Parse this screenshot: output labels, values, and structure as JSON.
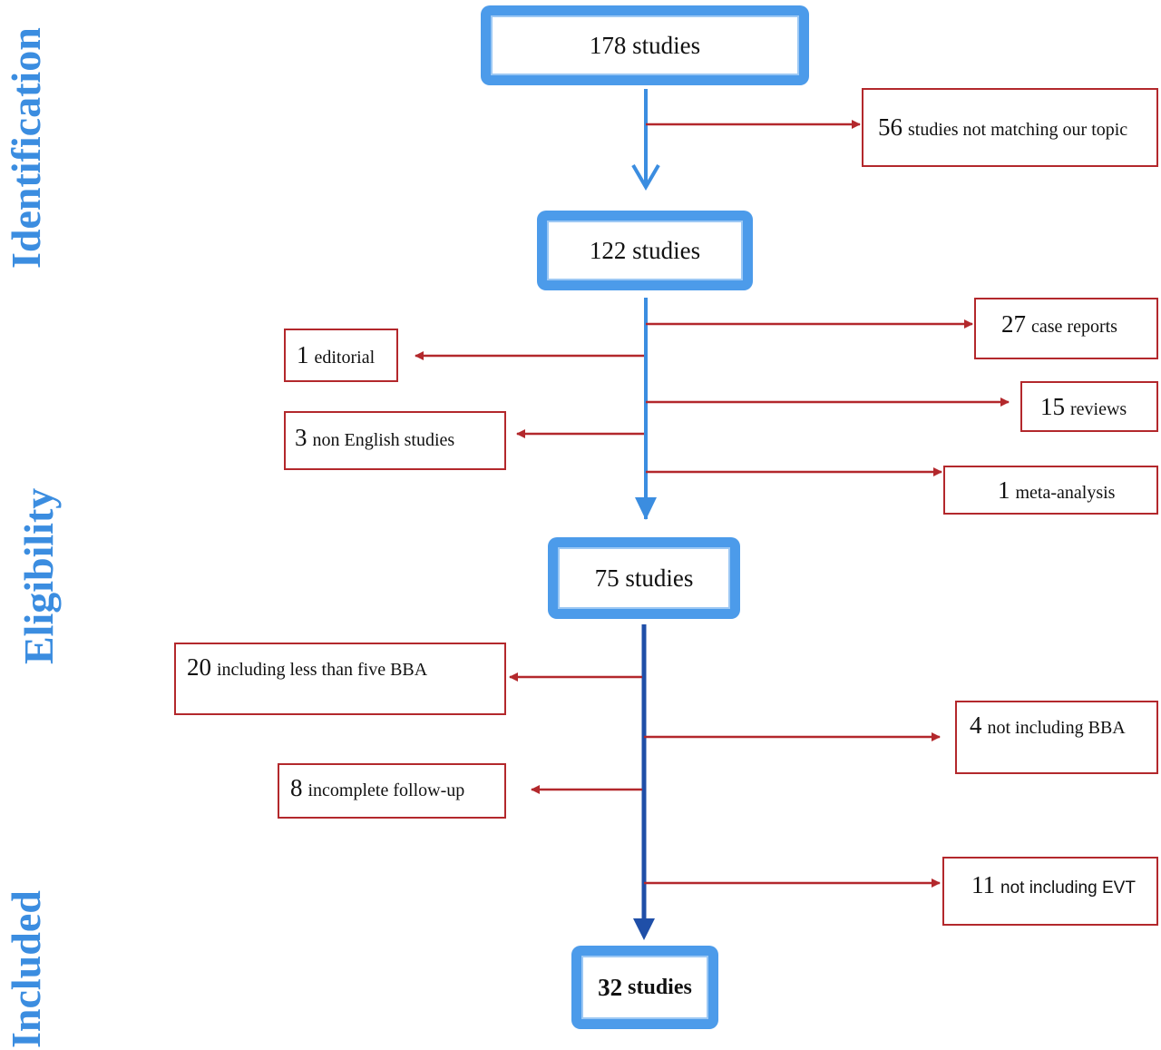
{
  "stages": {
    "identification": "Identification",
    "eligibility": "Eligibility",
    "included": "Included"
  },
  "boxes": {
    "b178": "178 studies",
    "b122": "122 studies",
    "b75": "75 studies",
    "b32_num": "32",
    "b32_label": "studies"
  },
  "exclusions": {
    "e56": {
      "num": "56",
      "label": "studies not matching our topic"
    },
    "e27": {
      "num": "27",
      "label": "case reports"
    },
    "e1ed": {
      "num": "1",
      "label": "editorial"
    },
    "e15": {
      "num": "15",
      "label": "reviews"
    },
    "e3": {
      "num": "3",
      "label": "non English studies"
    },
    "e1ma": {
      "num": "1",
      "label": "meta-analysis"
    },
    "e20": {
      "num": "20",
      "label": "including less than five BBA"
    },
    "e4": {
      "num": "4",
      "label": "not including BBA"
    },
    "e8": {
      "num": "8",
      "label": "incomplete follow-up"
    },
    "e11": {
      "num": "11",
      "label": "not including EVT"
    }
  },
  "colors": {
    "main_arrow": "#3b8de0",
    "final_arrow": "#1f4fa8",
    "exclusion": "#b3282c",
    "box_border": "#4c9bea"
  }
}
